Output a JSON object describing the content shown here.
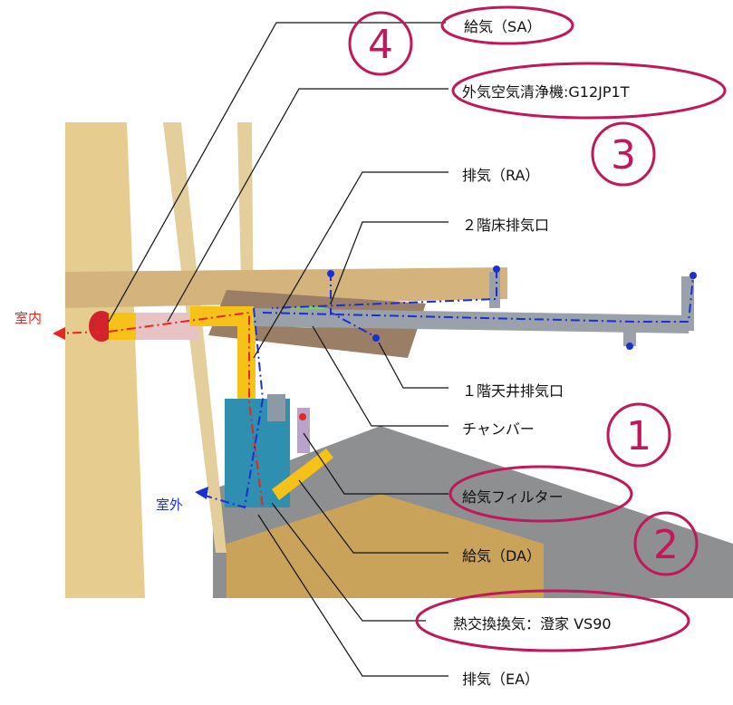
{
  "labels": {
    "sa": "給気（SA）",
    "purifier": "外気空気清浄機:G12JP1T",
    "ra": "排気（RA）",
    "floor2_exhaust": "２階床排気口",
    "ceiling1_exhaust": "１階天井排気口",
    "chamber": "チャンバー",
    "filter": "給気フィルター",
    "da": "給気（DA）",
    "hrv": "熱交換換気：澄家 VS90",
    "ea": "排気（EA）"
  },
  "sides": {
    "indoor": "室内",
    "outdoor": "室外"
  },
  "marks": {
    "m1": "1",
    "m2": "2",
    "m3": "3",
    "m4": "4"
  },
  "colors": {
    "supply": "#e8251f",
    "exhaust": "#1a2fd6",
    "annotation": "#c0185a"
  }
}
